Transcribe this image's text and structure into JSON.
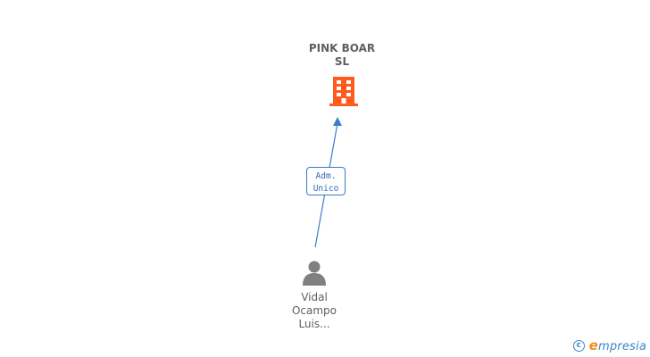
{
  "company": {
    "name_lines": [
      "PINK BOAR",
      "SL"
    ],
    "icon": "building-icon",
    "icon_color": "#ff5a1f"
  },
  "relation": {
    "role_lines": [
      "Adm.",
      "Unico"
    ],
    "line_color": "#3c7dc9"
  },
  "person": {
    "name_lines": [
      "Vidal",
      "Ocampo",
      "Luis..."
    ],
    "icon": "person-icon",
    "icon_color": "#808080"
  },
  "footer": {
    "copyright_symbol": "c",
    "brand_initial": "e",
    "brand_rest": "mpresia"
  }
}
